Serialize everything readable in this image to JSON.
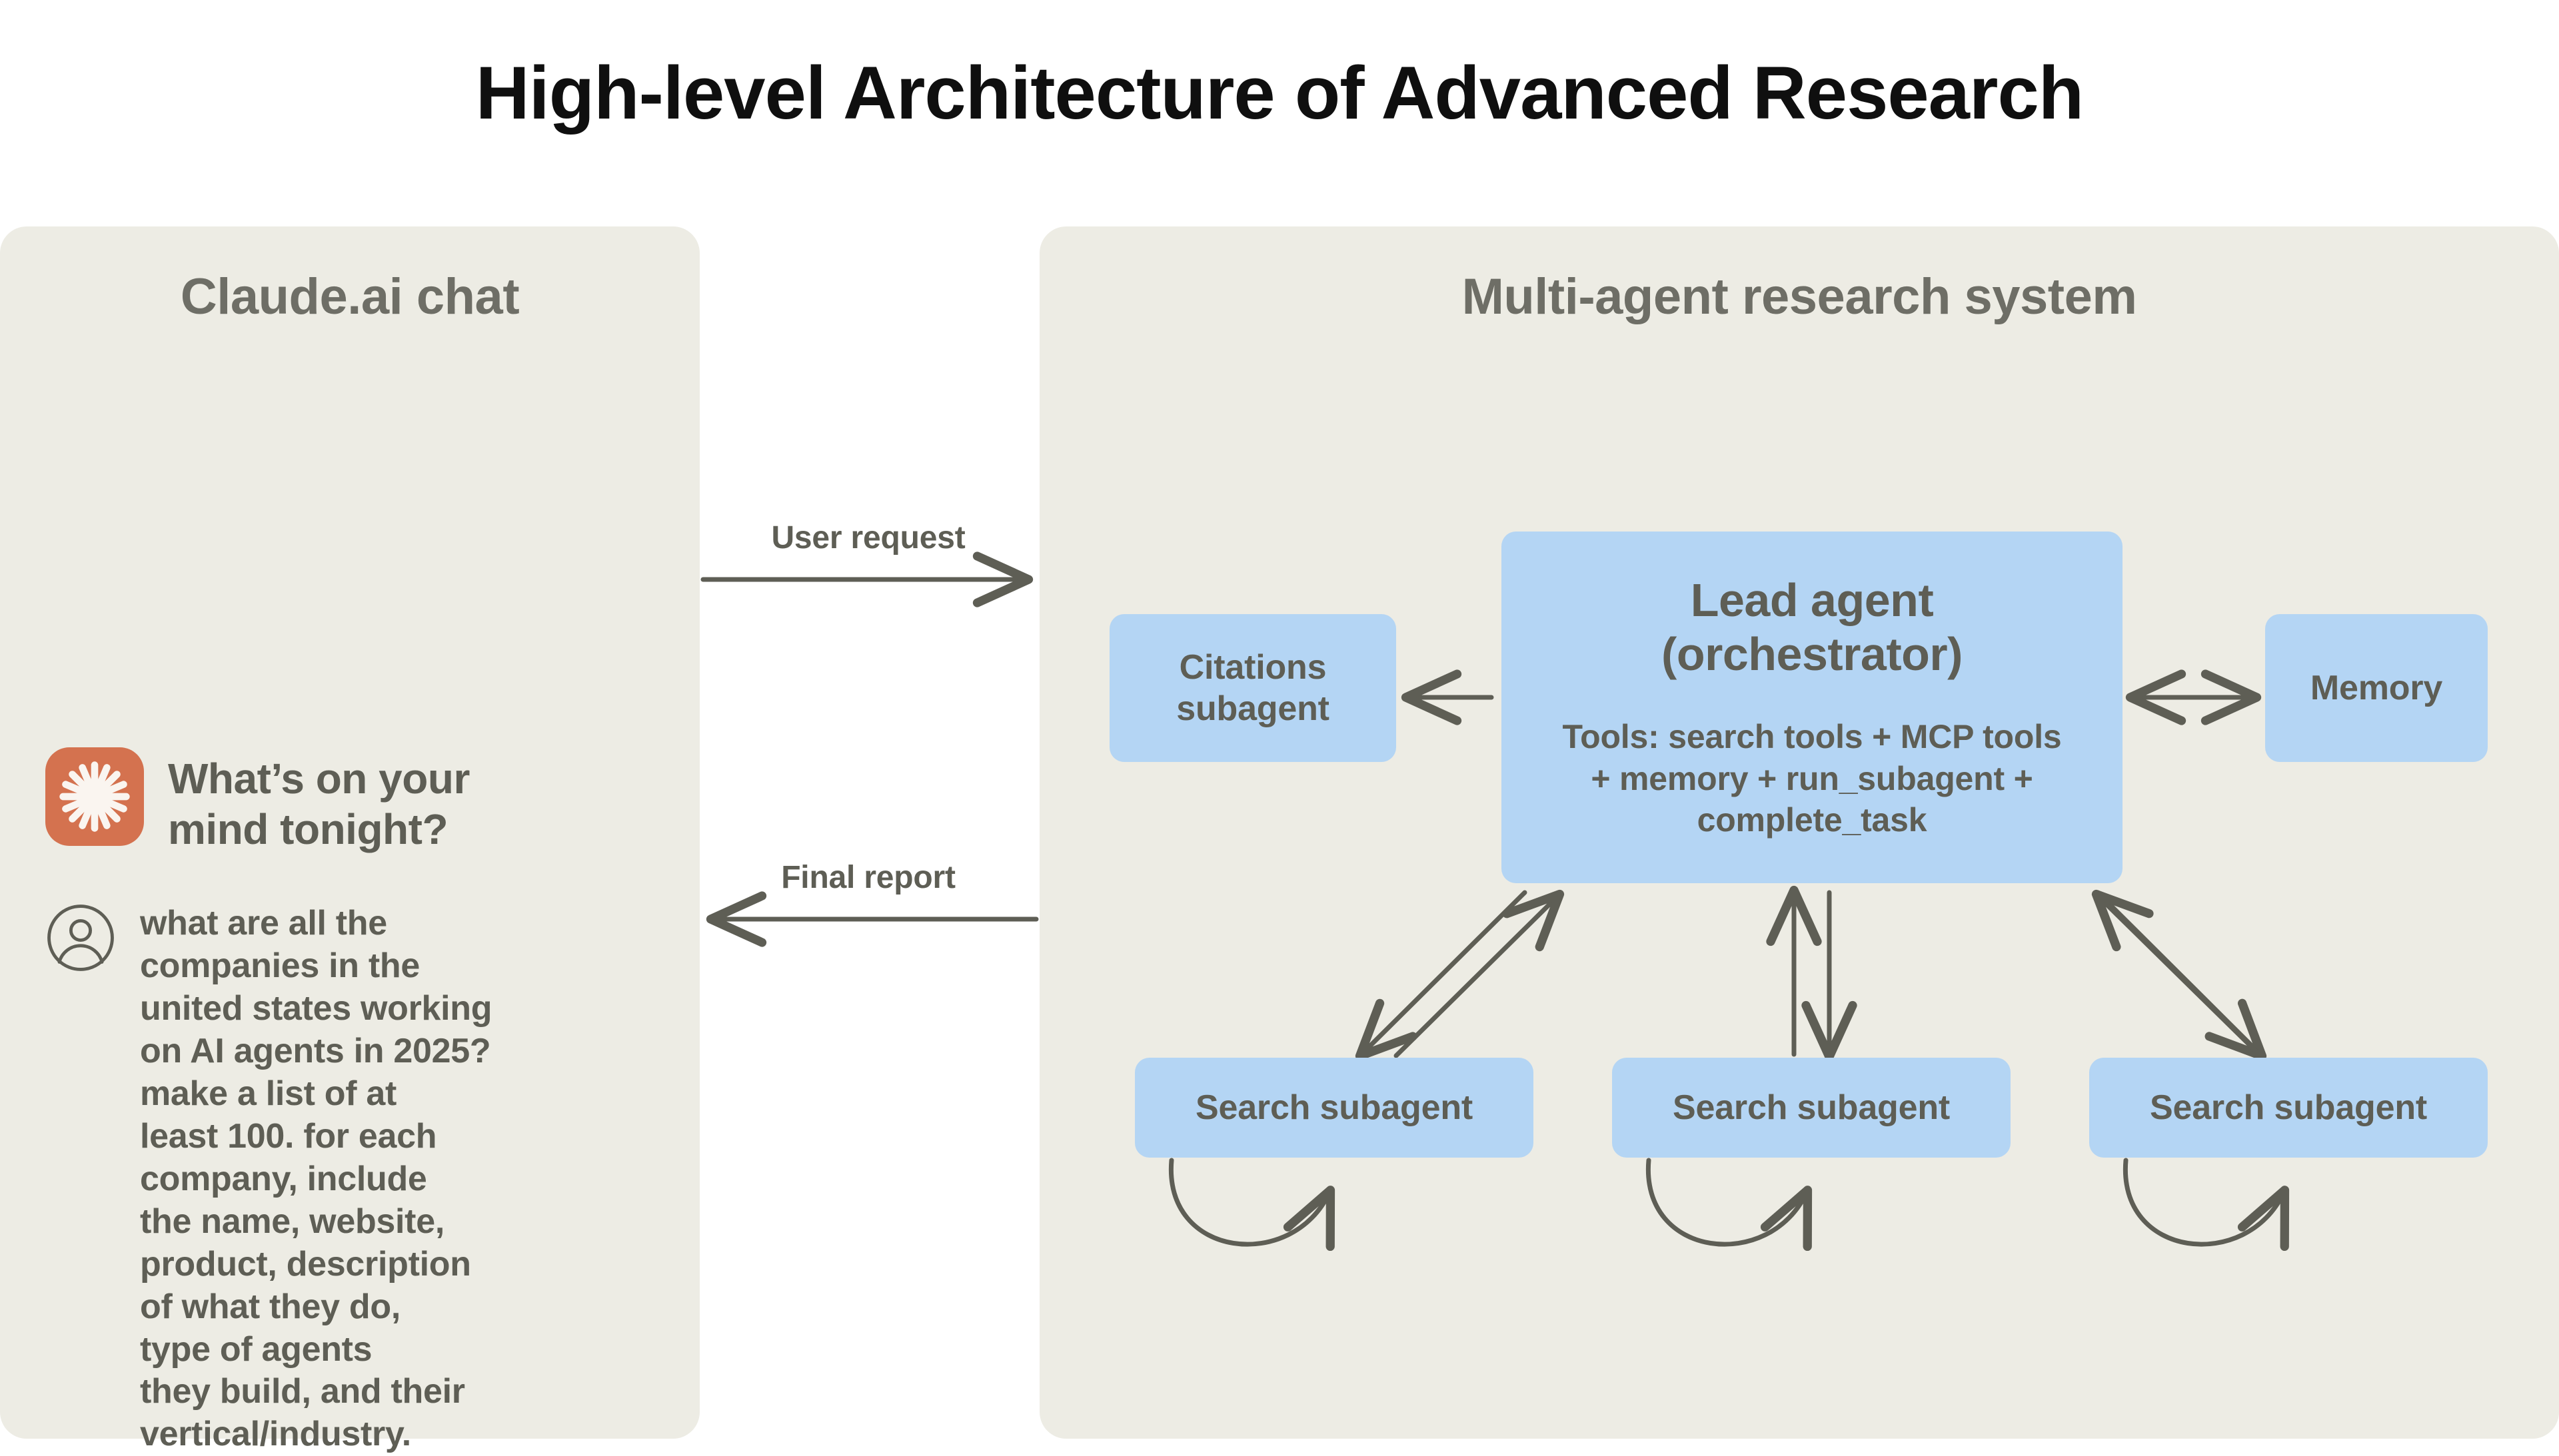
{
  "title": "High-level Architecture of Advanced Research",
  "colors": {
    "panel_bg": "#EDECE4",
    "node_blue": "#B4D5F4",
    "text_gray": "#5E5E55",
    "title_gray": "#6E6E66",
    "claude_orange": "#D4724F",
    "arrow_gray": "#5E5E55",
    "page_bg": "#FFFFFF"
  },
  "chat_panel": {
    "title": "Claude.ai chat",
    "assistant": {
      "logo_icon": "claude-starburst-icon",
      "greeting": "What’s on your mind tonight?"
    },
    "user": {
      "avatar_icon": "user-circle-icon",
      "message": "what are all the\ncompanies in the\nunited states working\non AI agents in 2025?\nmake a list of at\nleast 100. for each\ncompany, include\nthe name, website,\nproduct, description\nof what they do,\ntype of agents\nthey build, and their\nvertical/industry."
    }
  },
  "flows": {
    "user_request": "User request",
    "final_report": "Final report"
  },
  "system_panel": {
    "title": "Multi-agent research system",
    "nodes": {
      "lead": {
        "title": "Lead agent\n(orchestrator)",
        "tools": "Tools: search tools + MCP tools\n+ memory + run_subagent +\ncomplete_task"
      },
      "citations": "Citations\nsubagent",
      "memory": "Memory",
      "search_1": "Search subagent",
      "search_2": "Search subagent",
      "search_3": "Search subagent"
    }
  }
}
